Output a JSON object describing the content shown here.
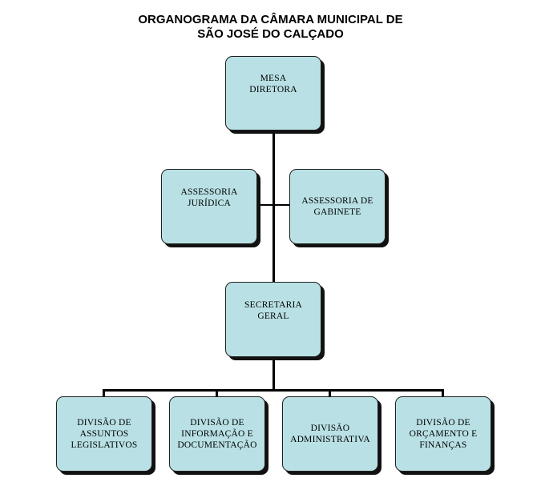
{
  "title": {
    "line1": "ORGANOGRAMA DA CÂMARA MUNICIPAL DE",
    "line2": "SÃO JOSÉ DO CALÇADO"
  },
  "nodes": {
    "mesa_diretora": {
      "lines": [
        "MESA",
        "DIRETORA"
      ]
    },
    "assessoria_juridica": {
      "lines": [
        "ASSESSORIA",
        "JURÍDICA"
      ]
    },
    "assessoria_gabinete": {
      "lines": [
        "ASSESSORIA DE",
        "GABINETE"
      ]
    },
    "secretaria_geral": {
      "lines": [
        "SECRETARIA",
        "GERAL"
      ]
    },
    "divisao_assuntos": {
      "lines": [
        "DIVISÃO DE",
        "ASSUNTOS",
        "LEGISLATIVOS"
      ]
    },
    "divisao_informacao": {
      "lines": [
        "DIVISÃO DE",
        "INFORMAÇÃO E",
        "DOCUMENTAÇÃO"
      ]
    },
    "divisao_administrativa": {
      "lines": [
        "DIVISÃO",
        "ADMINISTRATIVA"
      ]
    },
    "divisao_orcamento": {
      "lines": [
        "DIVISÃO DE",
        "ORÇAMENTO E",
        "FINANÇAS"
      ]
    }
  },
  "colors": {
    "box_fill": "#b9e1e5",
    "box_border": "#1f1f1f",
    "line": "#000000"
  }
}
